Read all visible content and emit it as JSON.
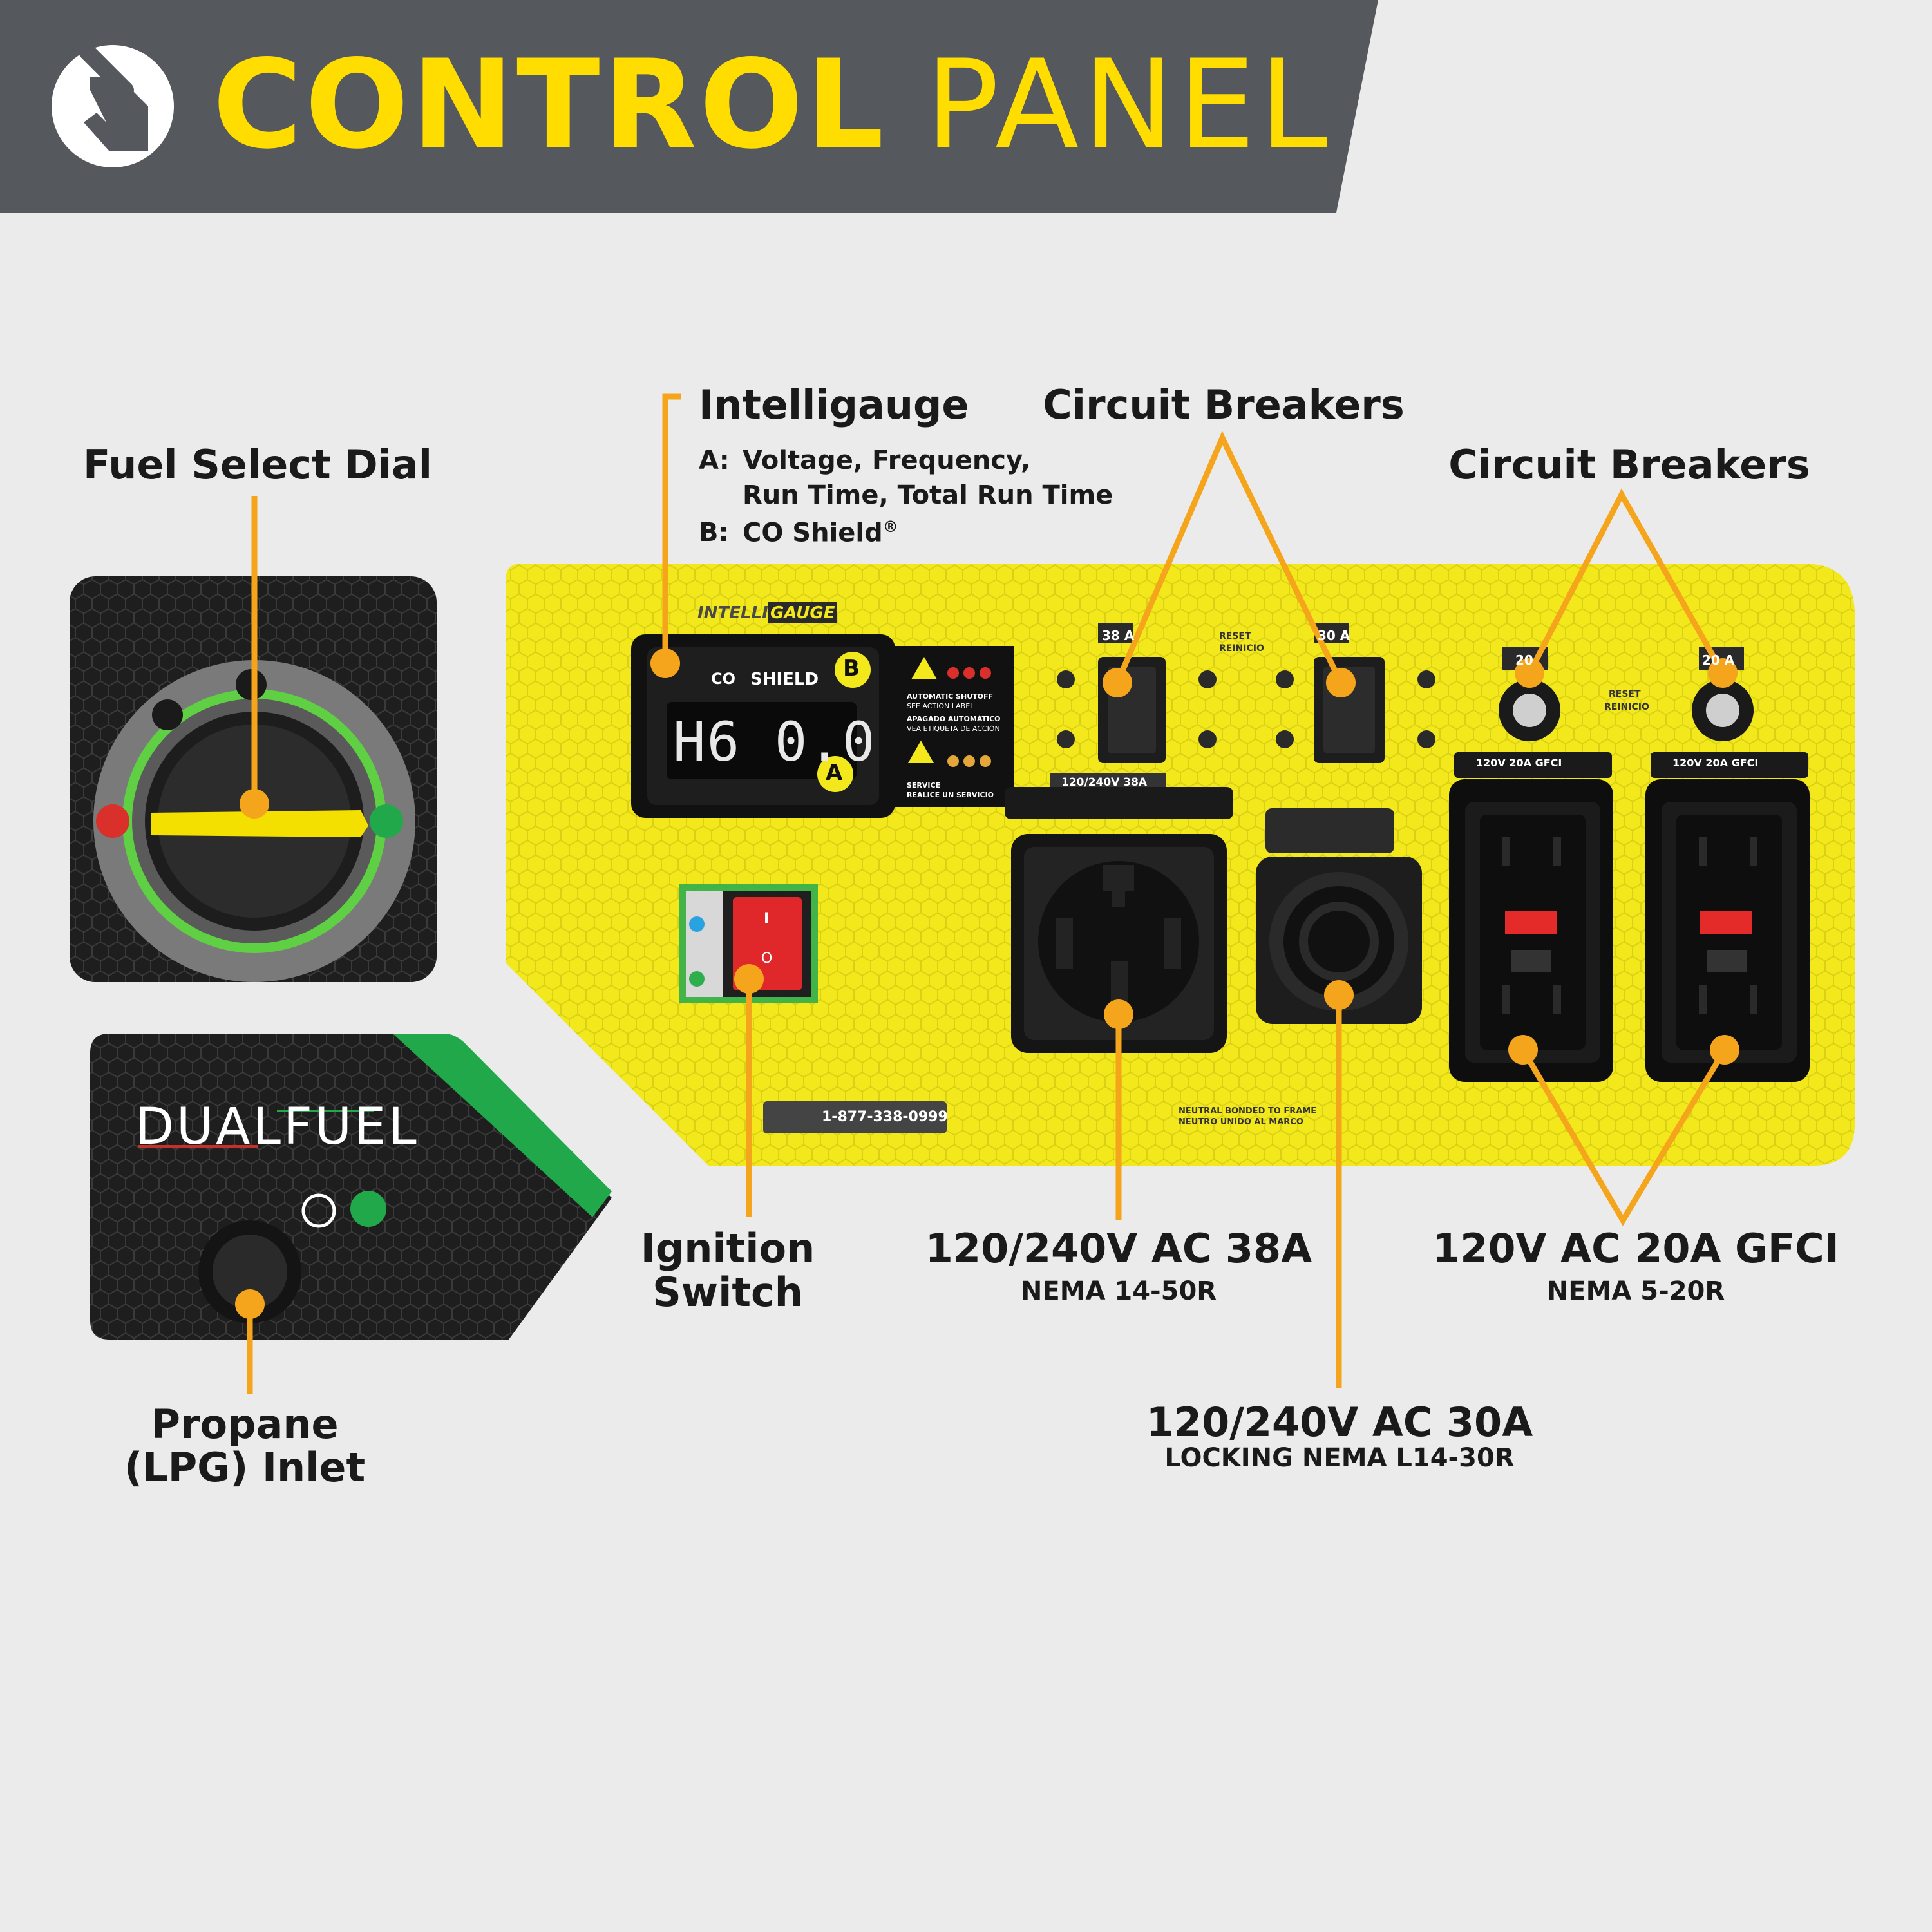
{
  "header": {
    "title_bold": "CONTROL",
    "title_light": "PANEL",
    "icon": "hand-pointer-icon"
  },
  "labels": {
    "fuel_select_dial": "Fuel Select Dial",
    "intelligauge": "Intelligauge",
    "intelligauge_a_key": "A:",
    "intelligauge_a_line1": "Voltage, Frequency,",
    "intelligauge_a_line2": "Run Time, Total Run Time",
    "intelligauge_b_key": "B:",
    "intelligauge_b_text": "CO Shield",
    "intelligauge_b_mark": "®",
    "circuit_breakers_left": "Circuit Breakers",
    "circuit_breakers_right": "Circuit Breakers",
    "ignition_switch_line1": "Ignition",
    "ignition_switch_line2": "Switch",
    "outlet_38a_title": "120/240V AC 38A",
    "outlet_38a_sub": "NEMA 14-50R",
    "outlet_30a_title": "120/240V AC 30A",
    "outlet_30a_sub": "LOCKING NEMA L14-30R",
    "outlet_gfci_title": "120V AC 20A GFCI",
    "outlet_gfci_sub": "NEMA 5-20R",
    "propane_line1": "Propane",
    "propane_line2": "(LPG) Inlet"
  },
  "panel": {
    "intelligauge_logo_a": "INTELLI",
    "intelligauge_logo_b": "GAUGE",
    "co_shield": "SHIELD",
    "co_shield_prefix": "CO",
    "display_value": "H6 0.0",
    "badge_a": "A",
    "badge_b": "B",
    "auto_shutoff_1": "AUTOMATIC SHUTOFF",
    "auto_shutoff_2": "SEE ACTION LABEL",
    "auto_shutoff_3": "APAGADO AUTOMÁTICO",
    "auto_shutoff_4": "VEA ETIQUETA DE ACCIÓN",
    "service_1": "SERVICE",
    "service_2": "REALICE UN SERVICIO",
    "breaker_38": "38 A",
    "breaker_30": "30 A",
    "breaker_20a": "20",
    "breaker_20b": "20 A",
    "reset_1": "RESET",
    "reset_2": "REINICIO",
    "outlet_38_label": "120/240V 38A",
    "gfci_label": "120V 20A GFCI",
    "phone": "1-877-338-0999",
    "neutral_1": "NEUTRAL BONDED TO FRAME",
    "neutral_2": "NEUTRO UNIDO AL MARCO",
    "switch_on": "I",
    "switch_off": "O"
  },
  "dualfuel": {
    "word_a": "DUAL",
    "word_b": "FUEL"
  },
  "colors": {
    "header_bg": "#55595e",
    "accent_yellow": "#ffdd00",
    "leader_orange": "#f5a51c",
    "panel_yellow": "#f3e81b",
    "fuel_green": "#21a84a",
    "background": "#ebebeb"
  }
}
